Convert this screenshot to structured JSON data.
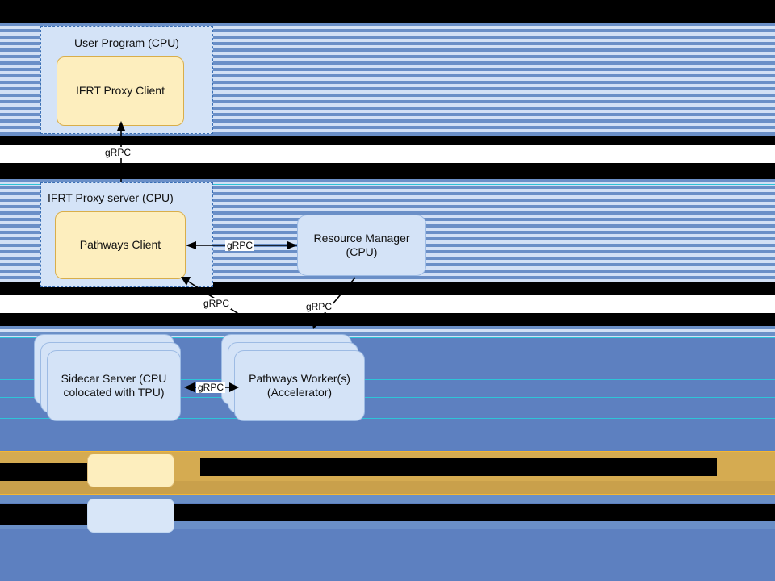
{
  "diagram": {
    "groups": [
      {
        "id": "user-program",
        "title": "User Program (CPU)"
      },
      {
        "id": "ifrt-proxy-server",
        "title": "IFRT Proxy server (CPU)"
      }
    ],
    "nodes": [
      {
        "id": "ifrt-proxy-client",
        "label": "IFRT Proxy Client",
        "kind": "yellow"
      },
      {
        "id": "pathways-client",
        "label": "Pathways Client",
        "kind": "yellow"
      },
      {
        "id": "resource-manager",
        "label_line1": "Resource Manager",
        "label_line2": "(CPU)",
        "kind": "blue"
      },
      {
        "id": "sidecar-server",
        "label_line1": "Sidecar Server (CPU",
        "label_line2": "colocated with TPU)",
        "kind": "blue-stack"
      },
      {
        "id": "pathways-workers",
        "label_line1": "Pathways Worker(s)",
        "label_line2": "(Accelerator)",
        "kind": "blue-stack"
      }
    ],
    "edges": [
      {
        "id": "client-to-proxy-server",
        "label": "gRPC"
      },
      {
        "id": "resource-manager-to-pathways-client",
        "label": "gRPC"
      },
      {
        "id": "pathways-client-to-sidecar",
        "label": "gRPC"
      },
      {
        "id": "resource-manager-to-workers",
        "label": "gRPC"
      },
      {
        "id": "sidecar-to-worker",
        "label": "gRPC"
      }
    ]
  },
  "legend": {
    "items": [
      {
        "id": "legend-yellow",
        "swatch_color": "#fdeebe",
        "label": ""
      },
      {
        "id": "legend-blue",
        "swatch_color": "#d8e6f8",
        "label": ""
      }
    ]
  },
  "colors": {
    "background_solid": "#5d80c0",
    "stripe_dark": "#6a8fc7",
    "stripe_light": "#d2e0f5",
    "group_fill": "#d4e3f7",
    "group_border": "#3a6fb5",
    "yellow_fill": "#fdeebe",
    "yellow_border": "#d9ae4a",
    "blue_fill": "#d4e3f7",
    "blue_border": "#9dbbe4",
    "legend_band": "#d5ab51",
    "edge": "#000000"
  }
}
